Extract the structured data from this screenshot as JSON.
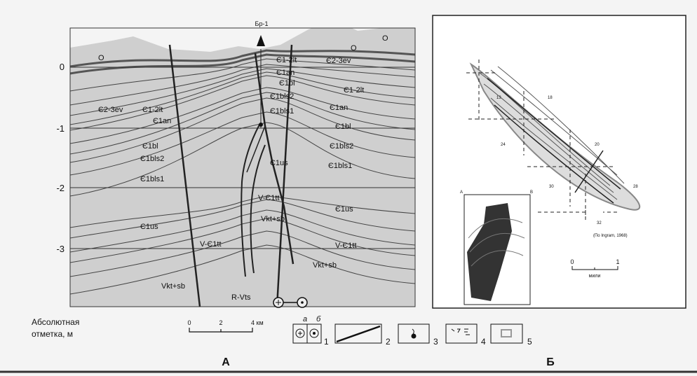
{
  "panel_a": {
    "label": "А",
    "well": "Бр-1",
    "axis": {
      "ticks": [
        "0",
        "-1",
        "-2",
        "-3"
      ],
      "title_line1": "Абсолютная",
      "title_line2": "отметка, м"
    },
    "scale": {
      "ticks": [
        "0",
        "2",
        "4 км"
      ]
    },
    "units": {
      "left": [
        "O",
        "Є2-3ev",
        "Є1-2lt",
        "Є1an",
        "Є1bl",
        "Є1bls2",
        "Є1bls1",
        "Є1us",
        "V-Є1tt",
        "Vkt+sb"
      ],
      "center": [
        "Є1-2lt",
        "Є1an",
        "Є1bl",
        "Є1bls2",
        "Є1bls1",
        "Є1us",
        "V-Є1tt",
        "Vkt+sb",
        "R-Vts"
      ],
      "right": [
        "O",
        "O",
        "Є2-3ev",
        "Є1-2lt",
        "Є1an",
        "Є1bl",
        "Є1bls2",
        "Є1bls1",
        "Є1us",
        "V-Є1tt",
        "Vkt+sb"
      ]
    }
  },
  "legend": {
    "sub_a": "а",
    "sub_b": "б",
    "items": [
      "1",
      "2",
      "3",
      "4",
      "5"
    ]
  },
  "panel_b": {
    "label": "Б",
    "sections": [
      "18",
      "13",
      "24",
      "20",
      "30",
      "28",
      "32"
    ],
    "source": "(По Ingram, 1968)",
    "scale": {
      "ticks": [
        "0",
        "1"
      ],
      "unit": "мили"
    },
    "inset": {
      "corner_a": "A",
      "corner_b": "B"
    }
  }
}
